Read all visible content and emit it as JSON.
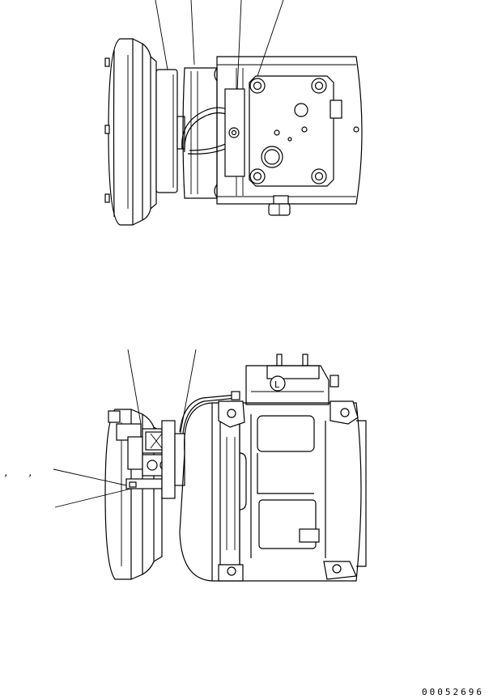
{
  "drawing": {
    "drawing_number": "00052696",
    "stray_marks": [
      ",",
      ","
    ],
    "views": [
      "compressor-top-view",
      "compressor-side-view"
    ]
  }
}
